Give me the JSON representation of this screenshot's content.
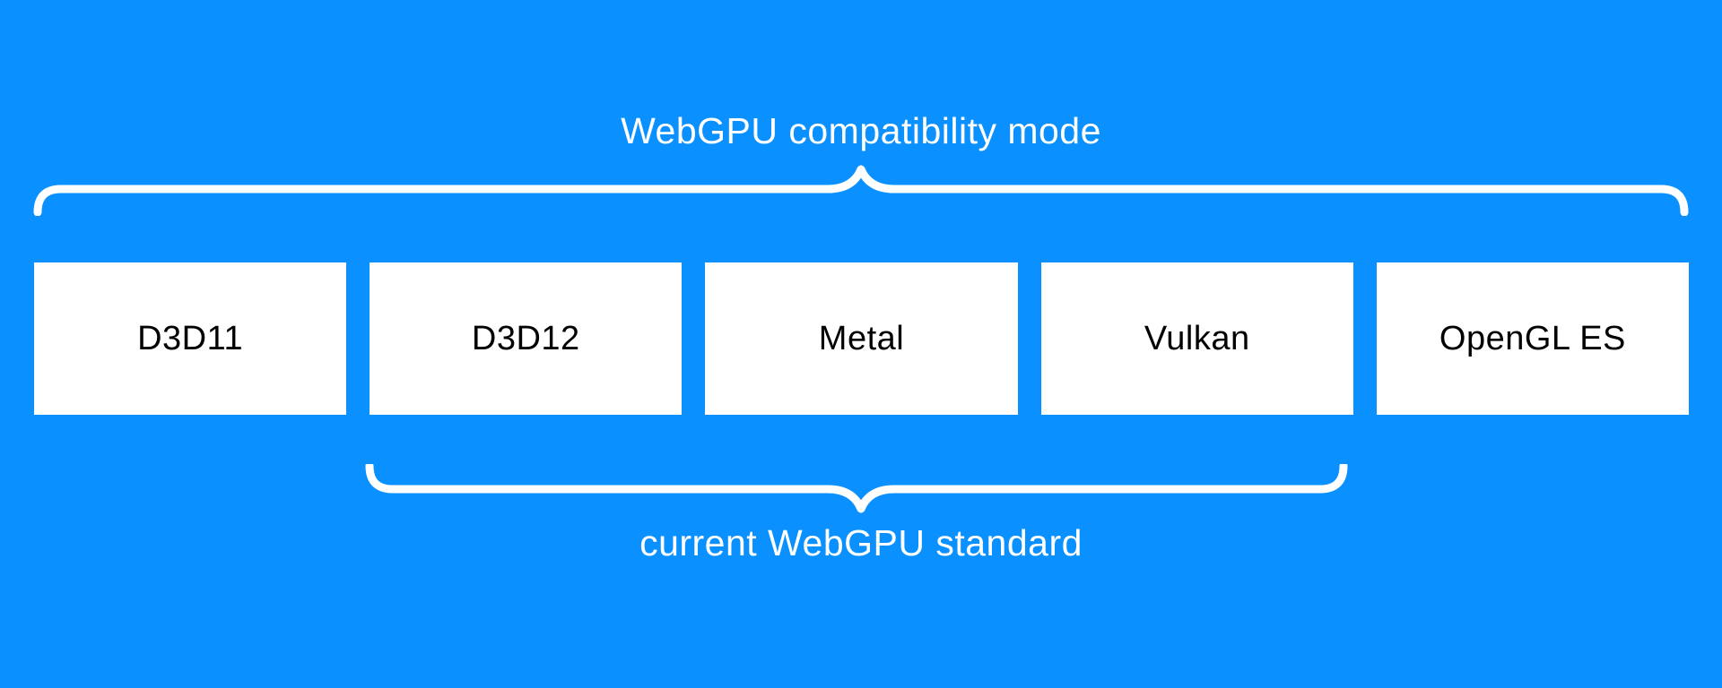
{
  "colors": {
    "background": "#0a91ff",
    "box_fill": "#ffffff",
    "box_text": "#000000",
    "caption_text": "#ffffff",
    "brace_stroke": "#ffffff"
  },
  "platforms": [
    {
      "label": "D3D11"
    },
    {
      "label": "D3D12"
    },
    {
      "label": "Metal"
    },
    {
      "label": "Vulkan"
    },
    {
      "label": "OpenGL ES"
    }
  ],
  "braces": {
    "top": {
      "caption": "WebGPU compatibility mode",
      "spans": [
        "D3D11",
        "D3D12",
        "Metal",
        "Vulkan",
        "OpenGL ES"
      ],
      "direction": "peak-up"
    },
    "bottom": {
      "caption": "current WebGPU standard",
      "spans": [
        "D3D12",
        "Metal",
        "Vulkan"
      ],
      "direction": "peak-down"
    }
  }
}
